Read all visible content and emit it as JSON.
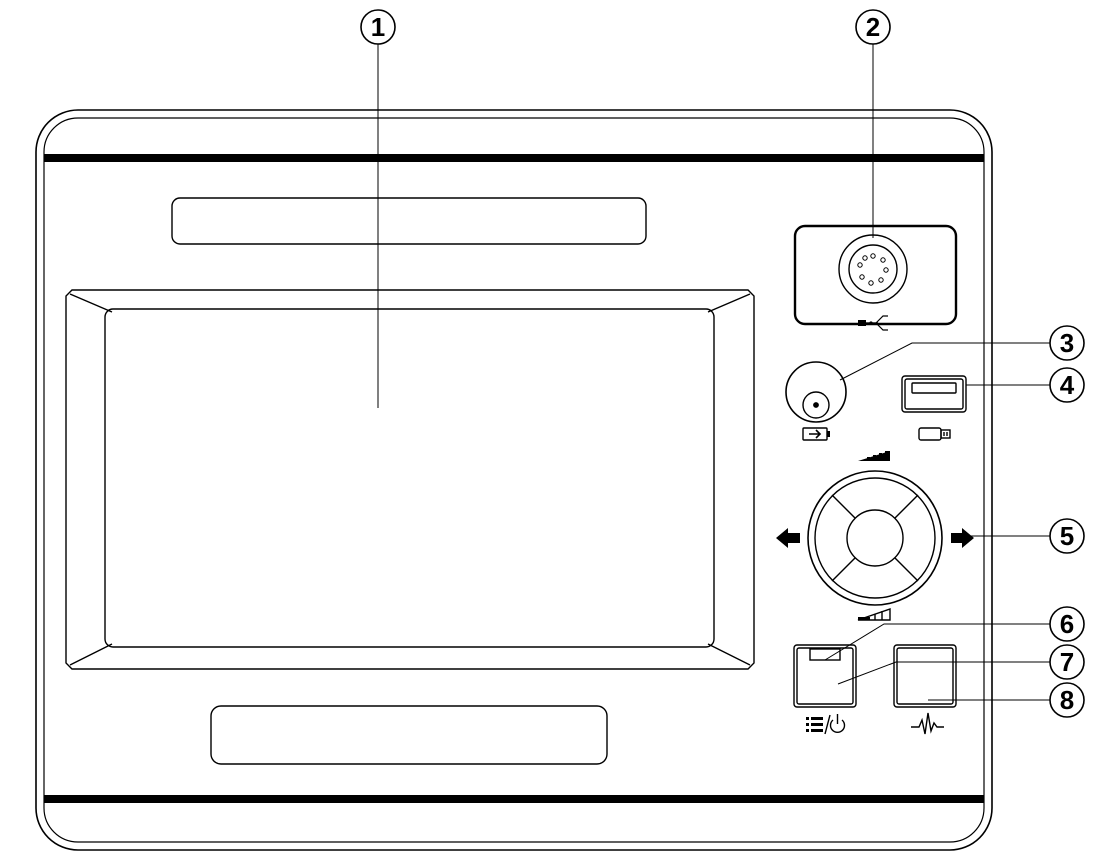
{
  "callouts": [
    {
      "number": "1",
      "target": "display-screen"
    },
    {
      "number": "2",
      "target": "probe-connector"
    },
    {
      "number": "3",
      "target": "dc-power-jack"
    },
    {
      "number": "4",
      "target": "usb-port"
    },
    {
      "number": "5",
      "target": "navigation-dial"
    },
    {
      "number": "6",
      "target": "menu-power-indicator"
    },
    {
      "number": "7",
      "target": "menu-power-button"
    },
    {
      "number": "8",
      "target": "waveform-button"
    }
  ],
  "icons": {
    "probe": "probe-usb-icon",
    "power": "battery-charge-icon",
    "usb": "usb-stick-icon",
    "volume_up": "volume-up-icon",
    "volume_down": "volume-down-icon",
    "left": "arrow-left-icon",
    "right": "arrow-right-icon",
    "menu_power": "menu-power-icon",
    "waveform": "waveform-icon"
  },
  "colors": {
    "line": "#000000",
    "background": "#ffffff"
  }
}
